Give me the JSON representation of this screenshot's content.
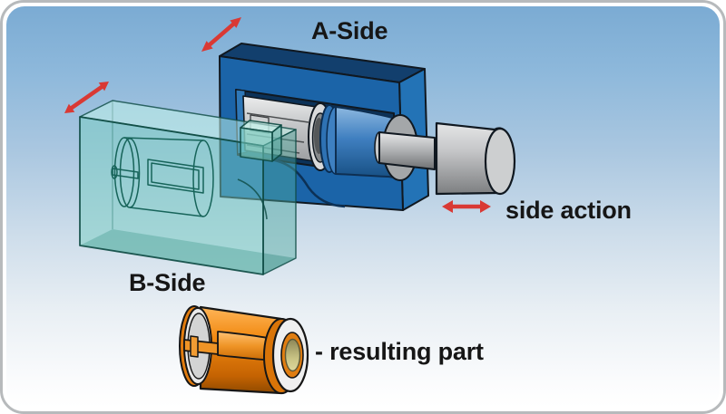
{
  "figure": {
    "labels": {
      "a_side": "A-Side",
      "b_side": "B-Side",
      "side_action": "side action",
      "resulting_part": "- resulting part"
    },
    "icons": {
      "motion_arrow": "red double-headed arrow"
    },
    "colors": {
      "mold_a_front": "#1b64a8",
      "mold_a_top": "#123f6d",
      "mold_a_right": "#2373b6",
      "mold_b_teal": "#7ecdc1",
      "core_blue": "#3f7fc0",
      "metal_gray": "#b3b6b8",
      "part_orange": "#f18a12",
      "arrow_red": "#d93934",
      "label_text": "#161616"
    }
  }
}
